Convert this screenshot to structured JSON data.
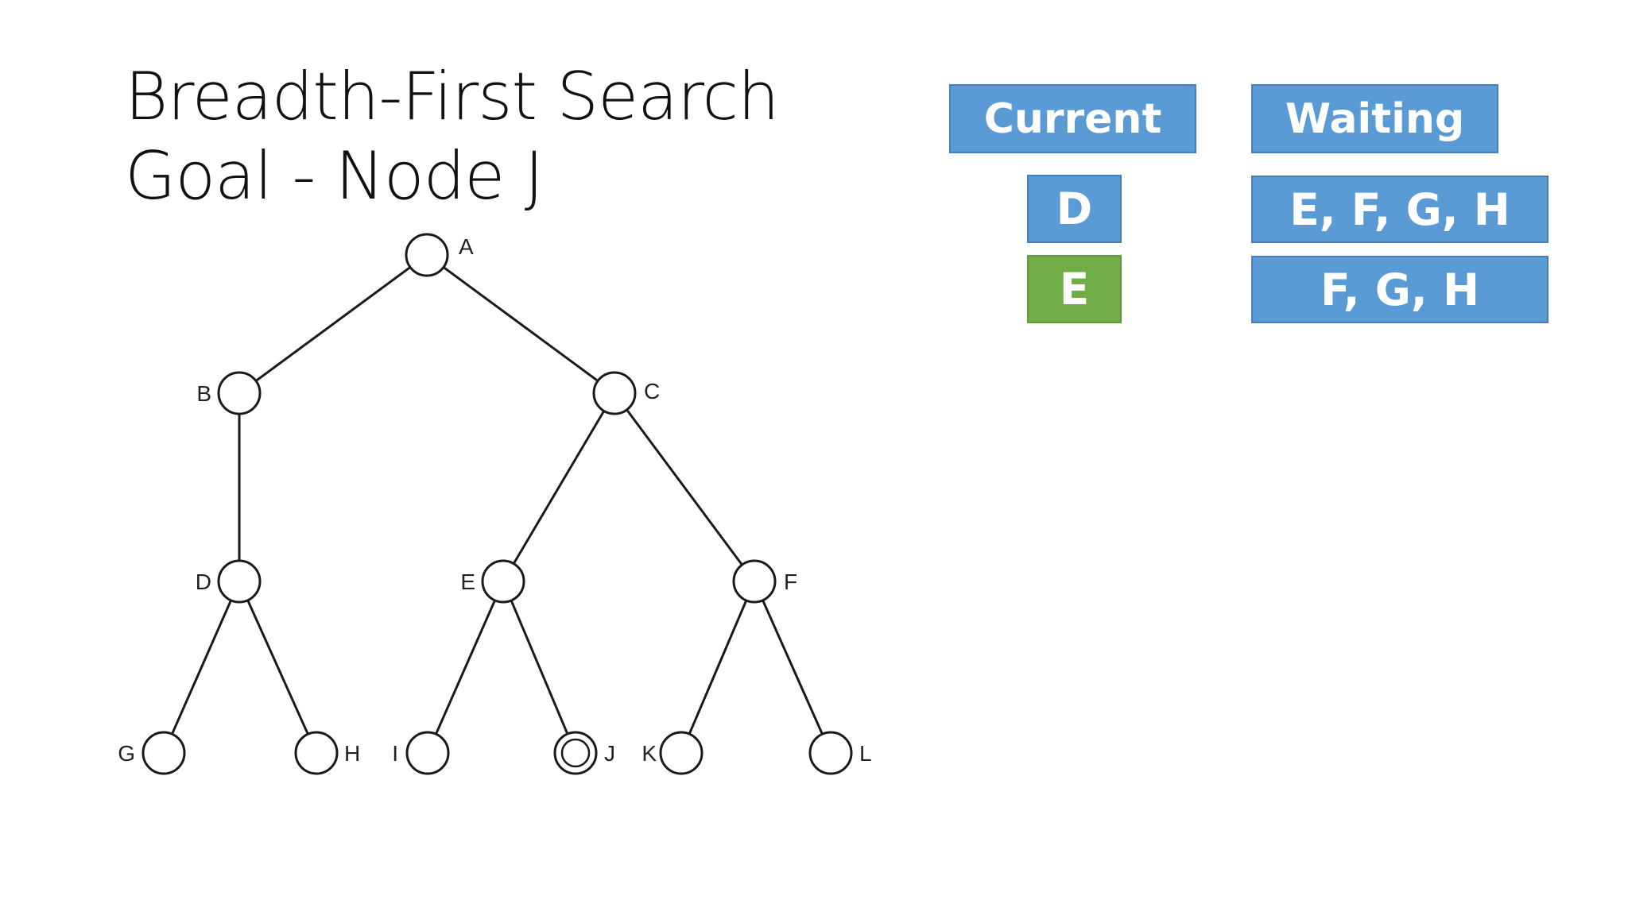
{
  "slide": {
    "title_line1": "Breadth-First Search",
    "title_line2": "Goal - Node J"
  },
  "queue_table": {
    "current_header": "Current",
    "waiting_header": "Waiting",
    "rows": [
      {
        "current": "D",
        "waiting": "E, F, G, H",
        "current_color": "#5b9bd5"
      },
      {
        "current": "E",
        "waiting": "F, G, H",
        "current_color": "#70ad47"
      }
    ]
  },
  "tree": {
    "nodes": [
      {
        "id": "A",
        "label": "A"
      },
      {
        "id": "B",
        "label": "B"
      },
      {
        "id": "C",
        "label": "C"
      },
      {
        "id": "D",
        "label": "D"
      },
      {
        "id": "E",
        "label": "E"
      },
      {
        "id": "F",
        "label": "F"
      },
      {
        "id": "G",
        "label": "G"
      },
      {
        "id": "H",
        "label": "H"
      },
      {
        "id": "I",
        "label": "I"
      },
      {
        "id": "J",
        "label": "J",
        "goal": true
      },
      {
        "id": "K",
        "label": "K"
      },
      {
        "id": "L",
        "label": "L"
      }
    ],
    "edges": [
      [
        "A",
        "B"
      ],
      [
        "A",
        "C"
      ],
      [
        "B",
        "D"
      ],
      [
        "C",
        "E"
      ],
      [
        "C",
        "F"
      ],
      [
        "D",
        "G"
      ],
      [
        "D",
        "H"
      ],
      [
        "E",
        "I"
      ],
      [
        "E",
        "J"
      ],
      [
        "F",
        "K"
      ],
      [
        "F",
        "L"
      ]
    ]
  }
}
